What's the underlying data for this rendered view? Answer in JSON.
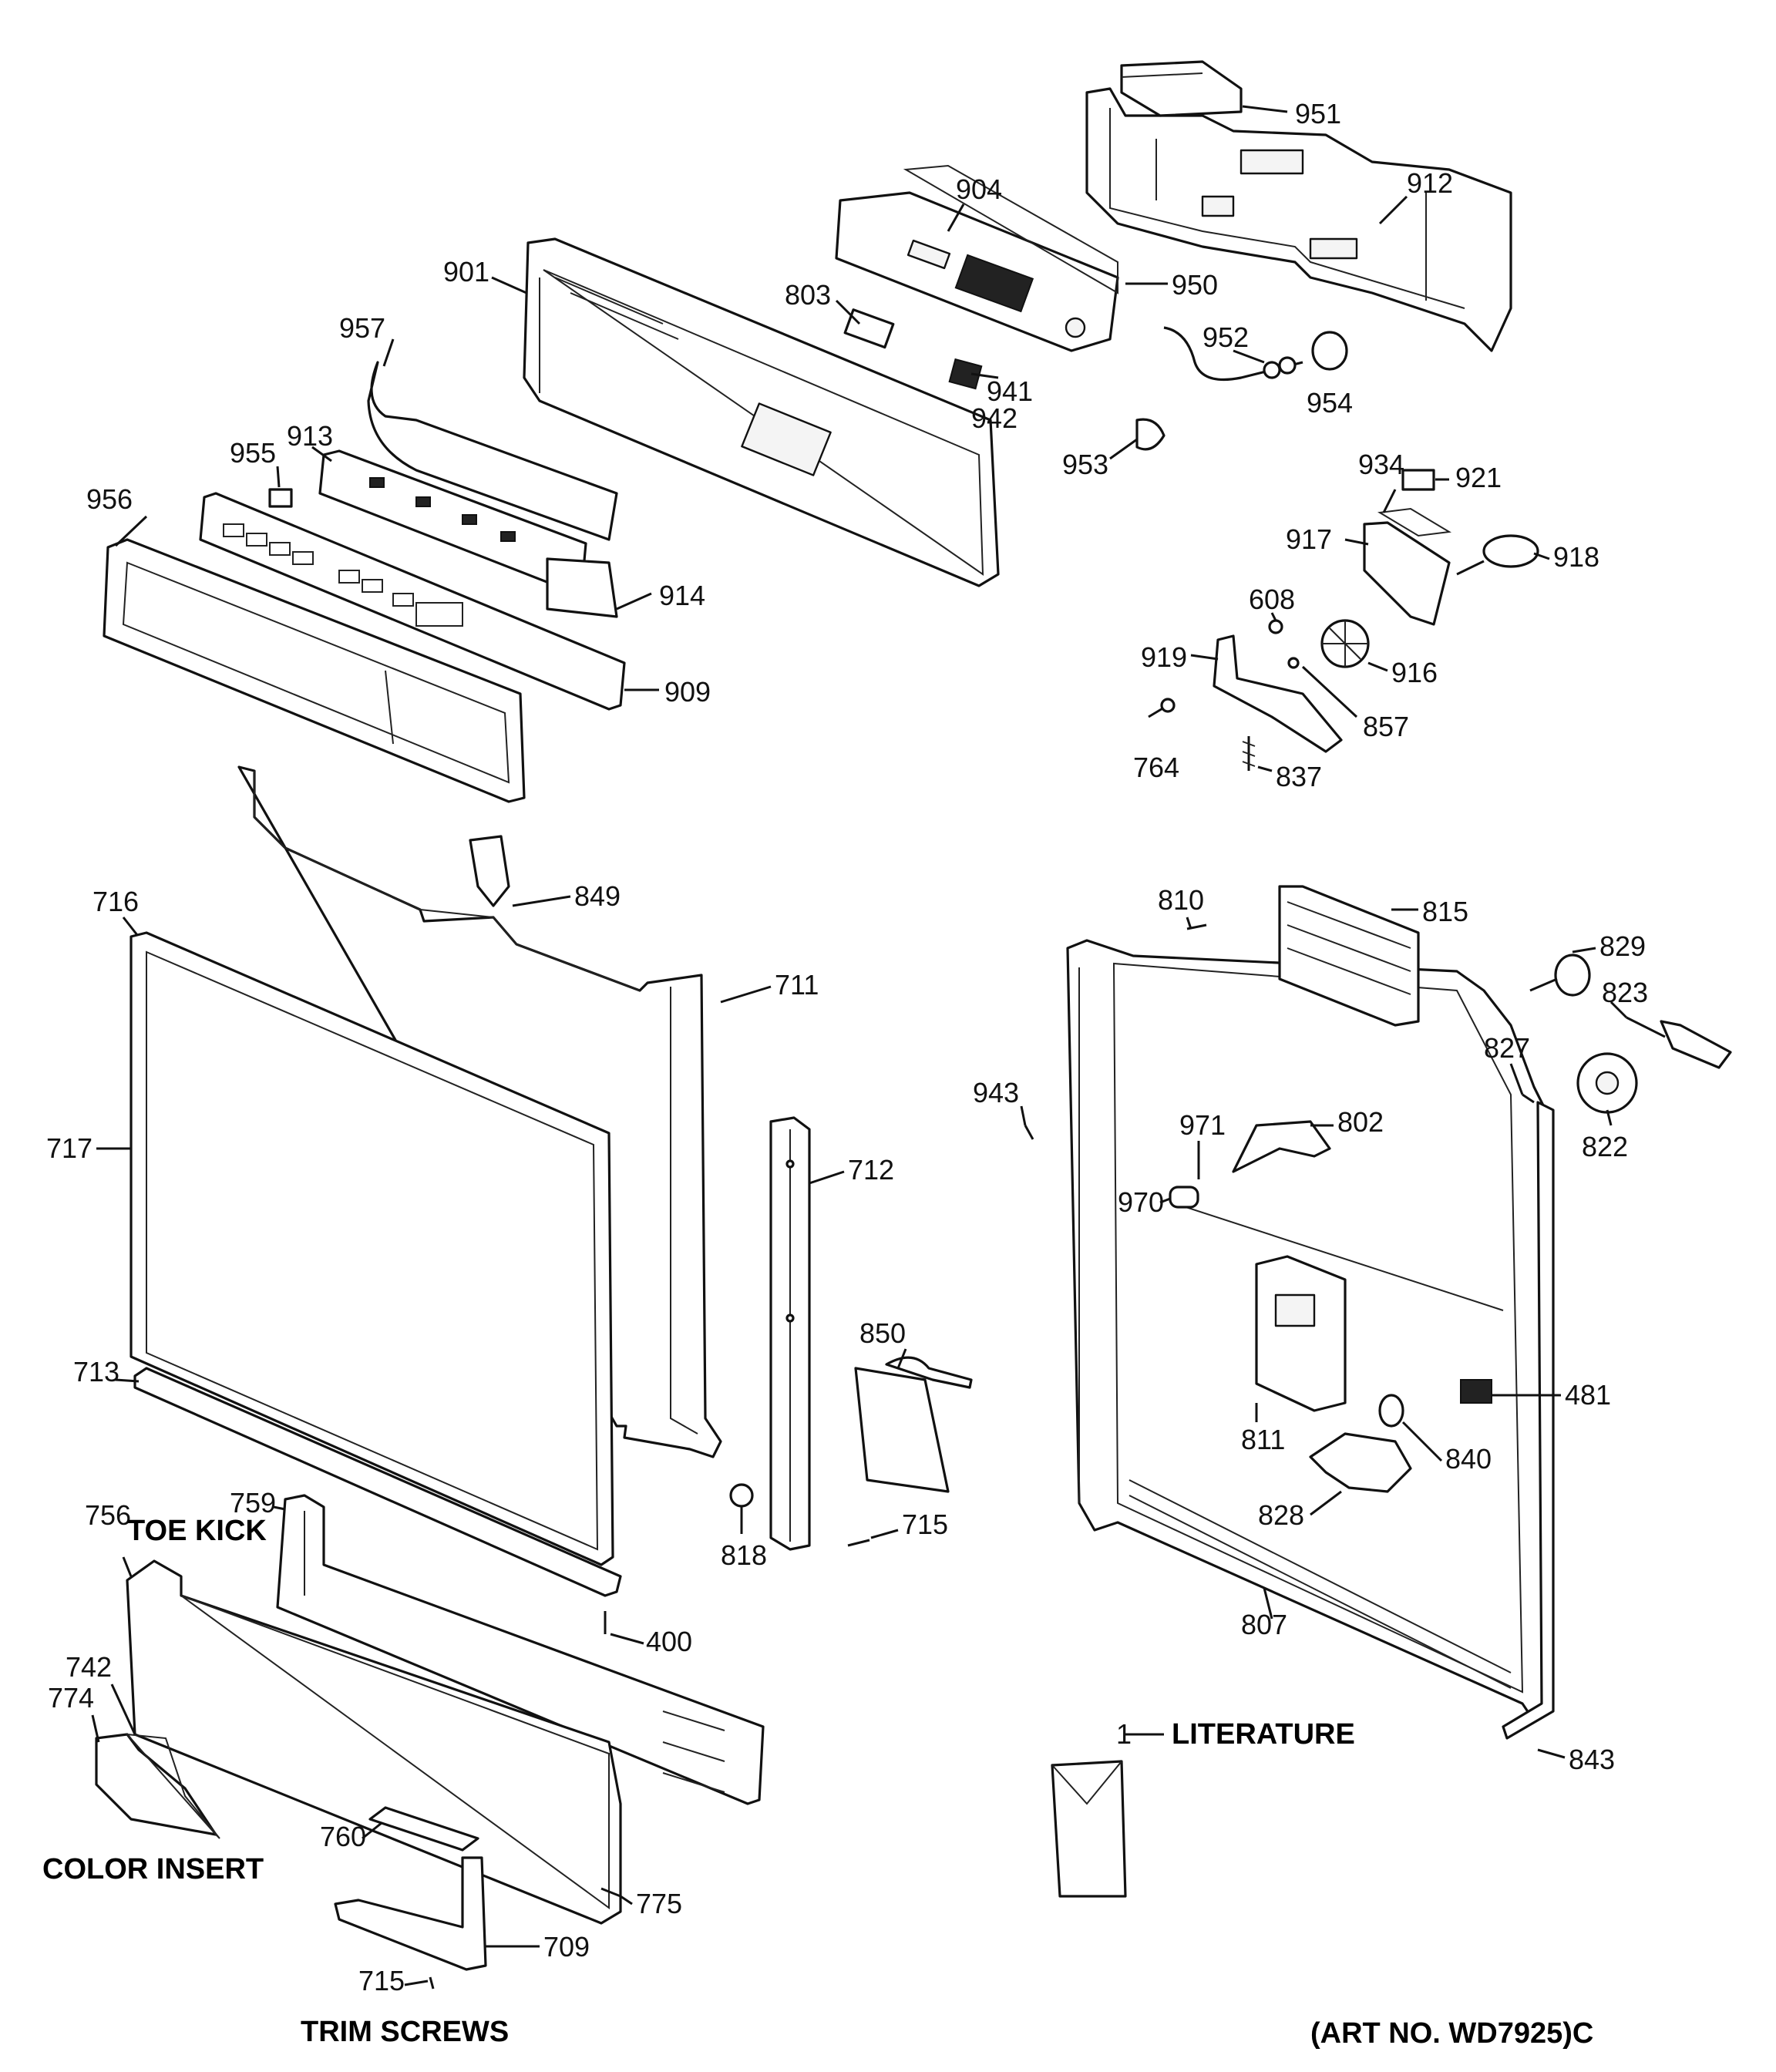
{
  "labels": {
    "p951": "951",
    "p912": "912",
    "p904": "904",
    "p950": "950",
    "p901": "901",
    "p803": "803",
    "p957": "957",
    "p952": "952",
    "p954": "954",
    "p941": "941",
    "p942": "942",
    "p913": "913",
    "p953": "953",
    "p955": "955",
    "p934": "934",
    "p921": "921",
    "p956": "956",
    "p917": "917",
    "p918": "918",
    "p914": "914",
    "p608": "608",
    "p919": "919",
    "p916": "916",
    "p909": "909",
    "p857": "857",
    "p764": "764",
    "p837": "837",
    "p849": "849",
    "p716": "716",
    "p711": "711",
    "p810": "810",
    "p815": "815",
    "p829": "829",
    "p823": "823",
    "p827": "827",
    "p943": "943",
    "p971": "971",
    "p802": "802",
    "p717": "717",
    "p712": "712",
    "p822": "822",
    "p970": "970",
    "p850": "850",
    "p713": "713",
    "p481": "481",
    "p811": "811",
    "p840": "840",
    "p759": "759",
    "p756": "756",
    "p828": "828",
    "p715a": "715",
    "p818": "818",
    "p400": "400",
    "p807": "807",
    "p742": "742",
    "p774": "774",
    "p1": "1",
    "p843": "843",
    "p760": "760",
    "p775": "775",
    "p709": "709",
    "p715b": "715"
  },
  "captions": {
    "toe_kick": "TOE KICK",
    "literature": "LITERATURE",
    "color_insert": "COLOR INSERT",
    "trim_screws": "TRIM SCREWS",
    "art_no": "(ART NO. WD7925)C"
  }
}
